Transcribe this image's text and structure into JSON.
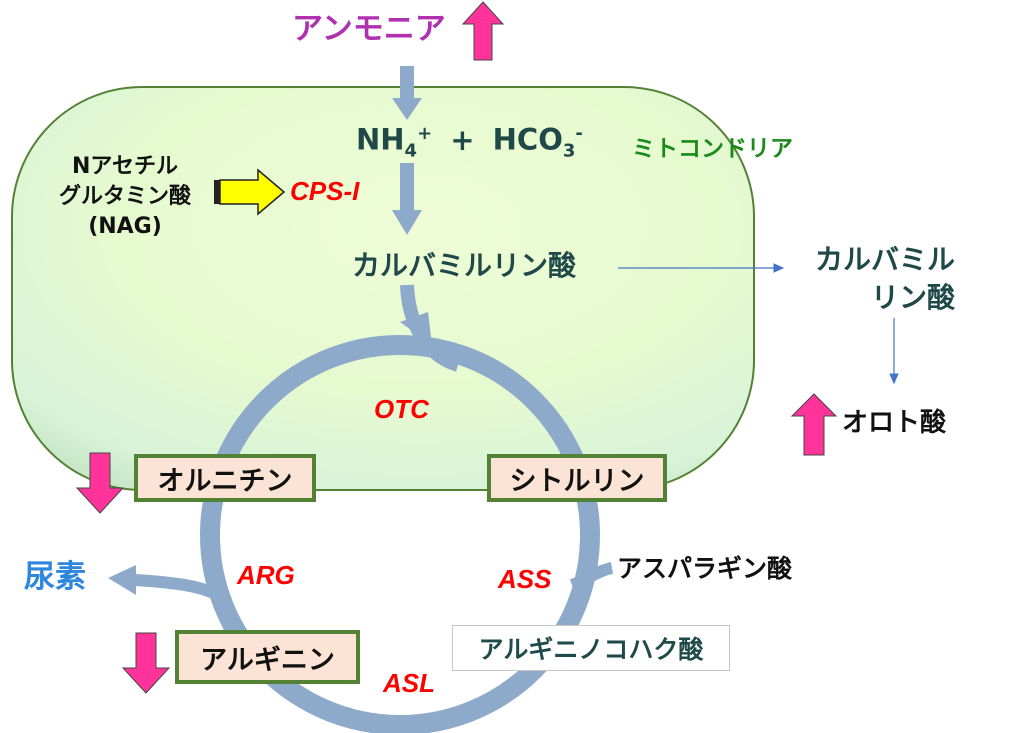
{
  "title": "尿素サイクル",
  "compartment_label": "ミトコンドリア",
  "ammonia": {
    "label": "アンモニア",
    "trend": "up"
  },
  "substrates": {
    "nh4": "NH",
    "nh4_sub": "4",
    "nh4_sup": "+",
    "plus": "+",
    "hco3": "HCO",
    "hco3_sub": "3",
    "hco3_sup": "-"
  },
  "nag": {
    "line1": "Nアセチル",
    "line2": "グルタミン酸",
    "line3": "(NAG)"
  },
  "enzymes": {
    "cps": "CPS-I",
    "otc": "OTC",
    "ass": "ASS",
    "asl": "ASL",
    "arg": "ARG"
  },
  "carbamoyl_phosphate": "カルバミルリン酸",
  "carbamoyl_phosphate_cyto": {
    "line1": "カルバミル",
    "line2": "リン酸"
  },
  "orotic_acid": {
    "label": "オロト酸",
    "trend": "up"
  },
  "ornithine": {
    "label": "オルニチン",
    "trend": "down"
  },
  "citrulline": {
    "label": "シトルリン"
  },
  "aspartate": "アスパラギン酸",
  "argininosuccinate": "アルギニノコハク酸",
  "arginine": {
    "label": "アルギニン",
    "trend": "down"
  },
  "urea": "尿素",
  "colors": {
    "ammonia": "#b030b0",
    "compartment_text": "#1a8a1a",
    "compartment_border": "#548235",
    "pathway": "#8eaacb",
    "enzyme": "#ff0000",
    "trend_arrow": "#ff3399",
    "nag_arrow": "#ffff00",
    "urea": "#2e86de"
  }
}
